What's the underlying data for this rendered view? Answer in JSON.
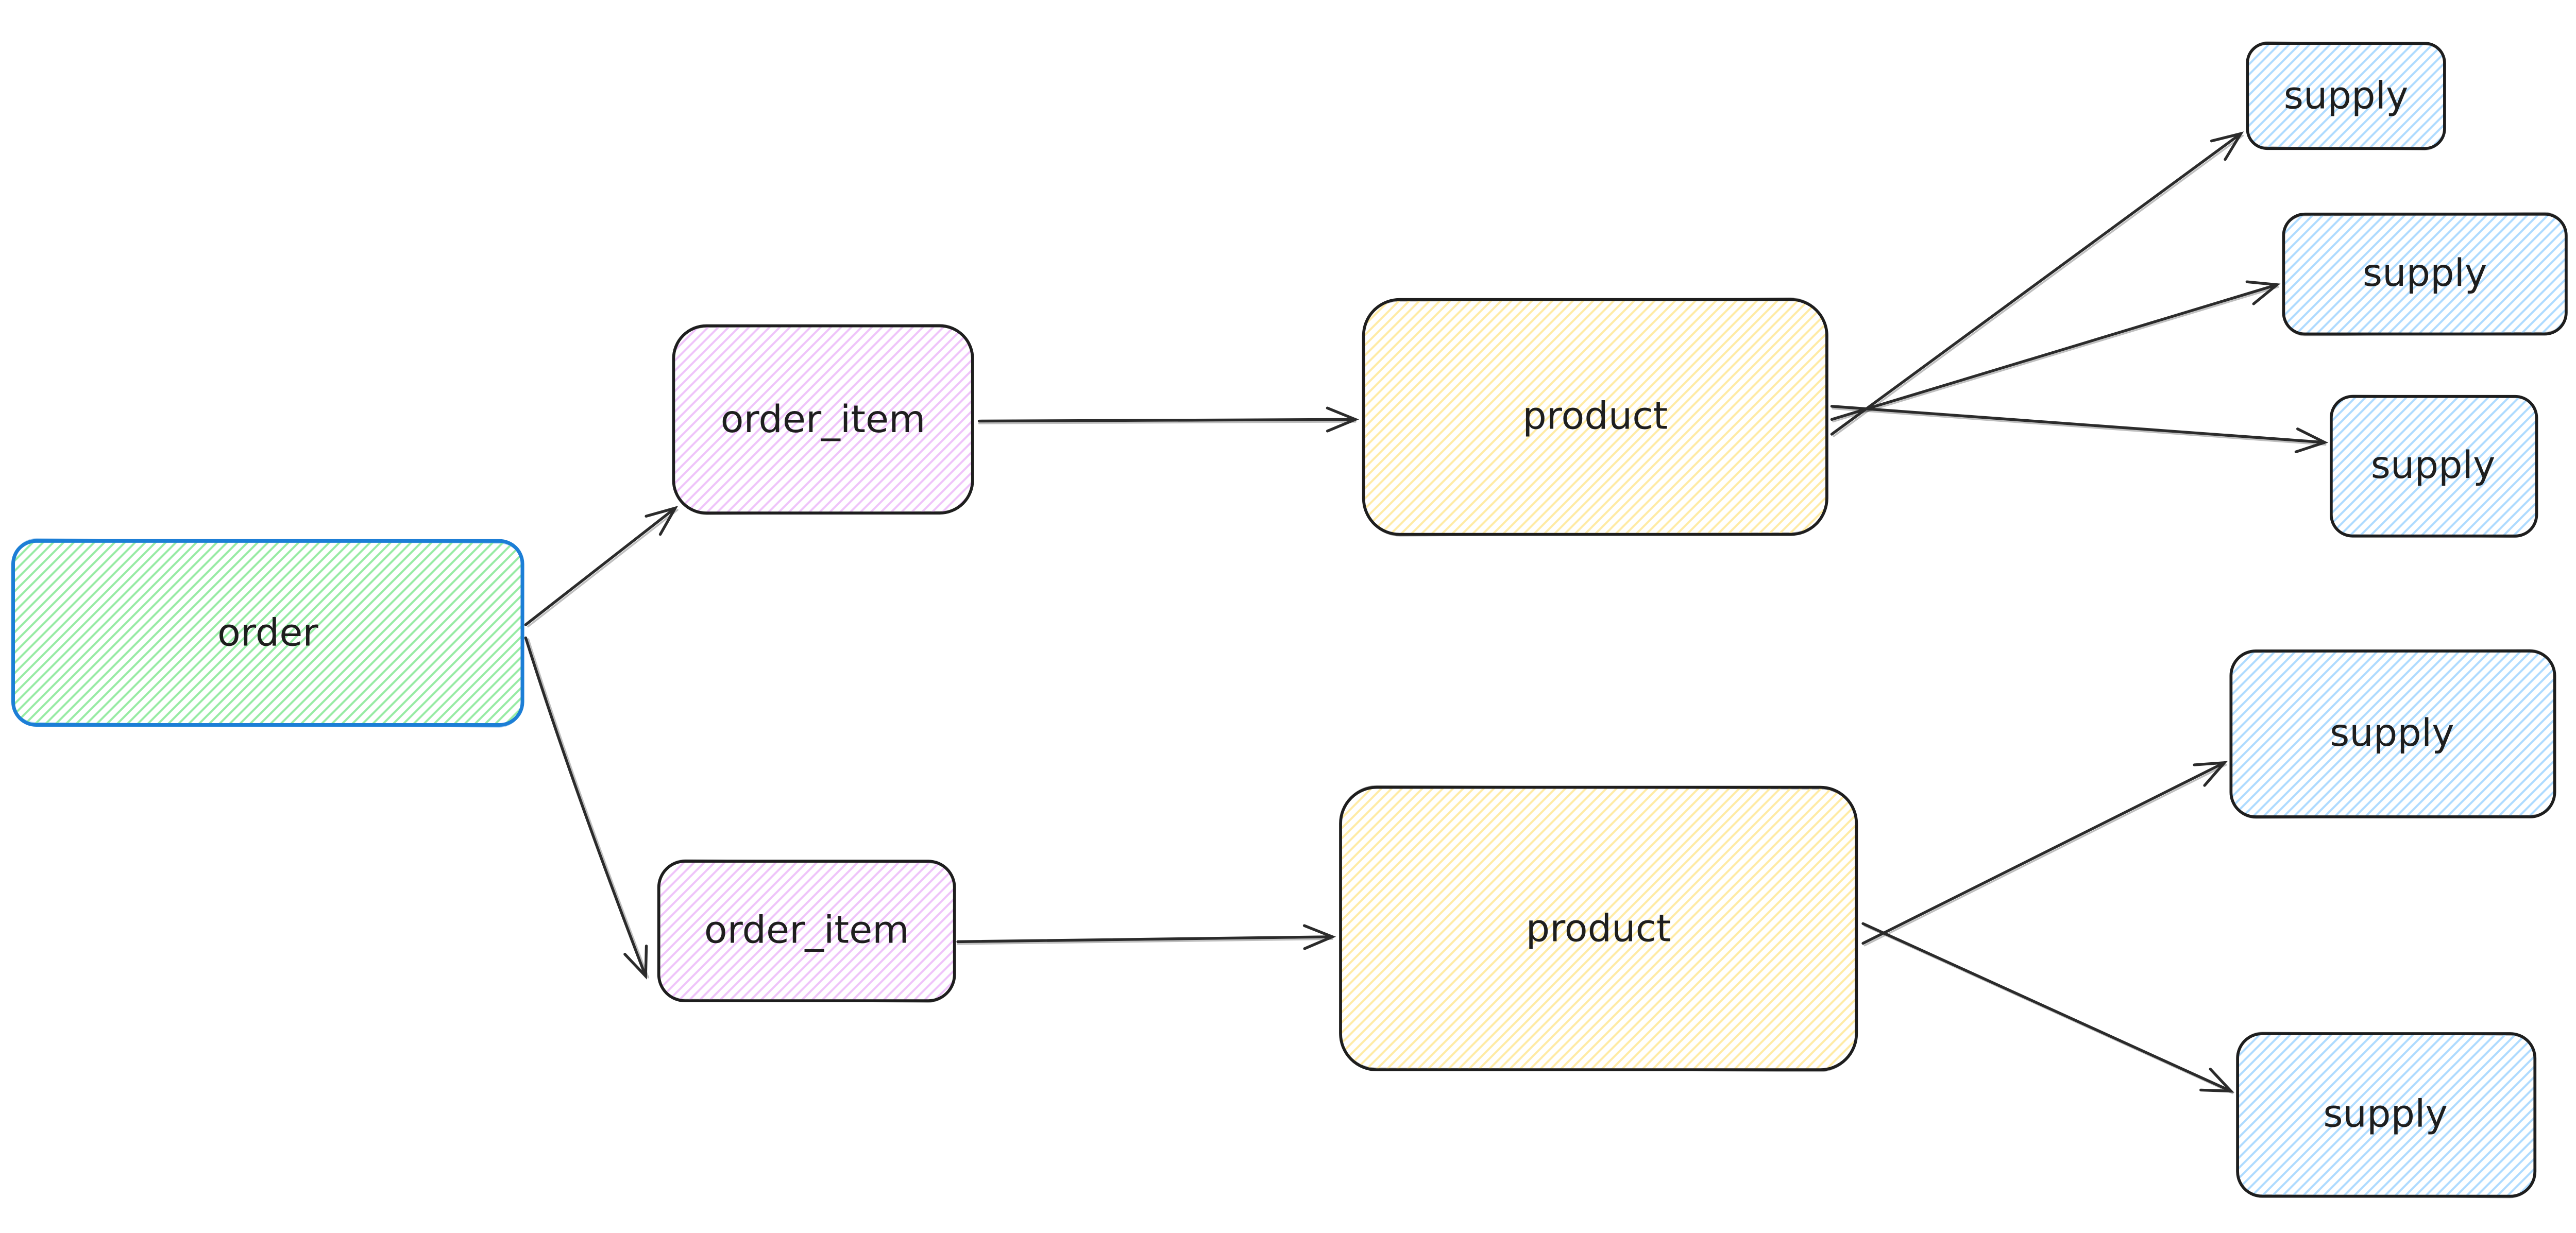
{
  "diagram": {
    "type": "flow-diagram",
    "background": "#ffffff",
    "palette": {
      "stroke_dark": "#1e1e1e",
      "stroke_blue": "#1c7ed6",
      "arrow": "#2b2b2b",
      "text": "#1e1e1e",
      "hachure_green": "#8ce99a",
      "hachure_violet": "#eebefa",
      "hachure_yellow": "#ffe99b",
      "hachure_blue": "#a5d8ff"
    },
    "nodes": {
      "order": {
        "label": "order"
      },
      "order_item_top": {
        "label": "order_item"
      },
      "order_item_bottom": {
        "label": "order_item"
      },
      "product_top": {
        "label": "product"
      },
      "product_bottom": {
        "label": "product"
      },
      "supply_1": {
        "label": "supply"
      },
      "supply_2": {
        "label": "supply"
      },
      "supply_3": {
        "label": "supply"
      },
      "supply_4": {
        "label": "supply"
      },
      "supply_5": {
        "label": "supply"
      }
    },
    "edges": [
      {
        "from": "order",
        "to": "order_item_top"
      },
      {
        "from": "order",
        "to": "order_item_bottom"
      },
      {
        "from": "order_item_top",
        "to": "product_top"
      },
      {
        "from": "order_item_bottom",
        "to": "product_bottom"
      },
      {
        "from": "product_top",
        "to": "supply_1"
      },
      {
        "from": "product_top",
        "to": "supply_2"
      },
      {
        "from": "product_top",
        "to": "supply_3"
      },
      {
        "from": "product_bottom",
        "to": "supply_4"
      },
      {
        "from": "product_bottom",
        "to": "supply_5"
      }
    ]
  }
}
